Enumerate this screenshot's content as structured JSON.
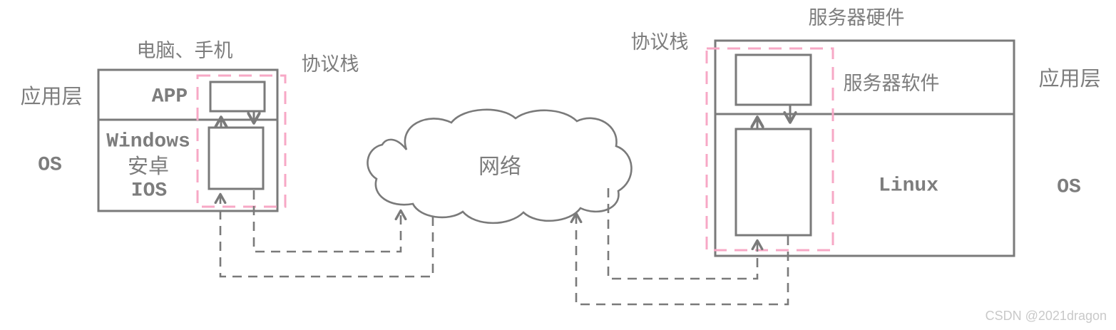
{
  "theme": {
    "line_gray": "#7a7a7a",
    "text_gray": "#7d7d7d",
    "accent_pink": "#f7a8c6",
    "watermark_gray": "#c9c9c9",
    "background": "#ffffff"
  },
  "left_device": {
    "title": "电脑、手机",
    "app_layer_label": "应用层",
    "os_label": "OS",
    "app_text": "APP",
    "os_lines": [
      "Windows",
      "安卓",
      "IOS"
    ],
    "protocol_stack_label": "协议栈"
  },
  "network_cloud": {
    "label": "网络"
  },
  "server": {
    "title": "服务器硬件",
    "software_label": "服务器软件",
    "os_name": "Linux",
    "app_layer_label": "应用层",
    "os_label": "OS",
    "protocol_stack_label": "协议栈"
  },
  "watermark": {
    "text": "CSDN @2021dragon"
  }
}
